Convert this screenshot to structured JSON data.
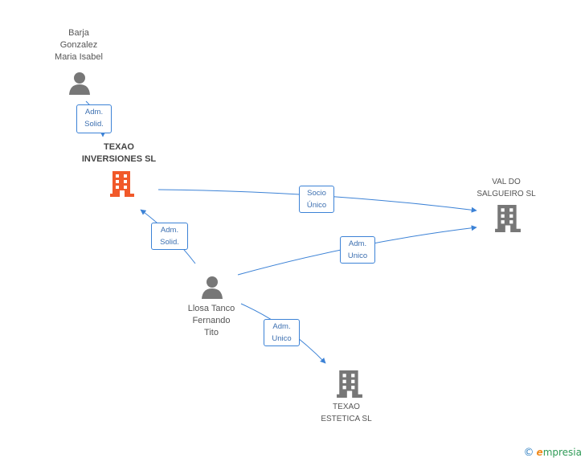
{
  "colors": {
    "edge": "#3c82d6",
    "focus_company": "#f1592a",
    "company": "#777777",
    "person": "#777777"
  },
  "nodes": {
    "barja": {
      "label": "Barja\nGonzalez\nMaria Isabel",
      "icon": "person-icon"
    },
    "texao_inversiones": {
      "label": "TEXAO\nINVERSIONES SL",
      "icon": "building-icon"
    },
    "val_do_salgueiro": {
      "label": "VAL DO\nSALGUEIRO SL",
      "icon": "building-icon"
    },
    "llosa": {
      "label": "Llosa Tanco\nFernando\nTito",
      "icon": "person-icon"
    },
    "texao_estetica": {
      "label": "TEXAO\nESTETICA SL",
      "icon": "building-icon"
    }
  },
  "edges": {
    "barja_texao": {
      "label": "Adm.\nSolid."
    },
    "texao_val": {
      "label": "Socio\nÚnico"
    },
    "llosa_texao": {
      "label": "Adm.\nSolid."
    },
    "llosa_val": {
      "label": "Adm.\nUnico"
    },
    "llosa_estetica": {
      "label": "Adm.\nUnico"
    }
  },
  "brand": {
    "copyright": "©",
    "initial": "e",
    "name": "mpresia"
  }
}
